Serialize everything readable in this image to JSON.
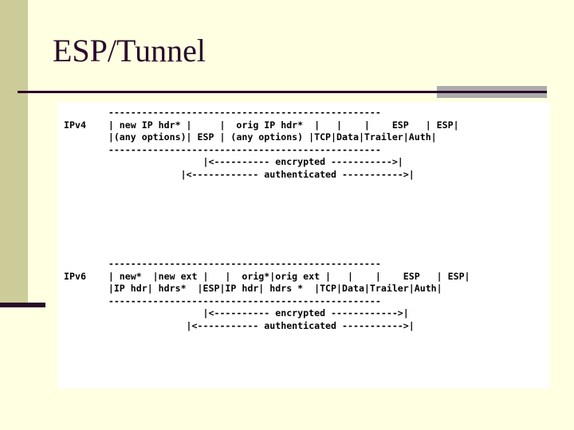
{
  "slide": {
    "title": "ESP/Tunnel",
    "colors": {
      "background": "#FFFFE1",
      "side_band": "#CCCC99",
      "title_text": "#2B0A2B",
      "rule_line": "#2B0A2B",
      "rule_accent_grey": "#ABABAB",
      "panel": "#FFFFFF",
      "ascii_text": "#000000"
    }
  },
  "diagram": {
    "type": "ascii-art",
    "description": "IPsec ESP tunnel mode packet layout for IPv4 and IPv6",
    "ipv4": {
      "label": "IPv4",
      "top_border": "-------------------------------------------------",
      "row_top": "| new IP hdr* |     |  orig IP hdr*  |   |    |    ESP   | ESP|",
      "row_bottom": "|(any options)| ESP | (any options) |TCP|Data|Trailer|Auth|",
      "bottom_border": "-------------------------------------------------",
      "encrypted": "|<---------- encrypted ----------->|",
      "authenticated": "|<------------ authenticated ----------->|",
      "fields": [
        "new IP hdr* (any options)",
        "ESP",
        "orig IP hdr* (any options)",
        "TCP",
        "Data",
        "ESP Trailer",
        "ESP Auth"
      ]
    },
    "ipv6": {
      "label": "IPv6",
      "top_border": "-------------------------------------------------",
      "row_top": "| new*  |new ext |   |  orig*|orig ext |   |    |    ESP   | ESP|",
      "row_bottom": "|IP hdr| hdrs*  |ESP|IP hdr| hdrs *  |TCP|Data|Trailer|Auth|",
      "bottom_border": "-------------------------------------------------",
      "encrypted": "|<---------- encrypted ------------>|",
      "authenticated": "|<----------- authenticated ----------->|",
      "fields": [
        "new* IP hdr",
        "new ext hdrs*",
        "ESP",
        "orig* IP hdr",
        "orig ext hdrs *",
        "TCP",
        "Data",
        "ESP Trailer",
        "ESP Auth"
      ]
    },
    "ipv4_block": "        -------------------------------------------------\nIPv4    | new IP hdr* |     |  orig IP hdr*  |   |    |    ESP   | ESP|\n        |(any options)| ESP | (any options) |TCP|Data|Trailer|Auth|\n        -------------------------------------------------\n                         |<---------- encrypted ----------->|\n                     |<------------ authenticated ----------->|",
    "ipv6_block": "        -------------------------------------------------\nIPv6    | new*  |new ext |   |  orig*|orig ext |   |    |    ESP   | ESP|\n        |IP hdr| hdrs*  |ESP|IP hdr| hdrs *  |TCP|Data|Trailer|Auth|\n        -------------------------------------------------\n                         |<---------- encrypted ------------>|\n                      |<----------- authenticated ----------->|"
  }
}
